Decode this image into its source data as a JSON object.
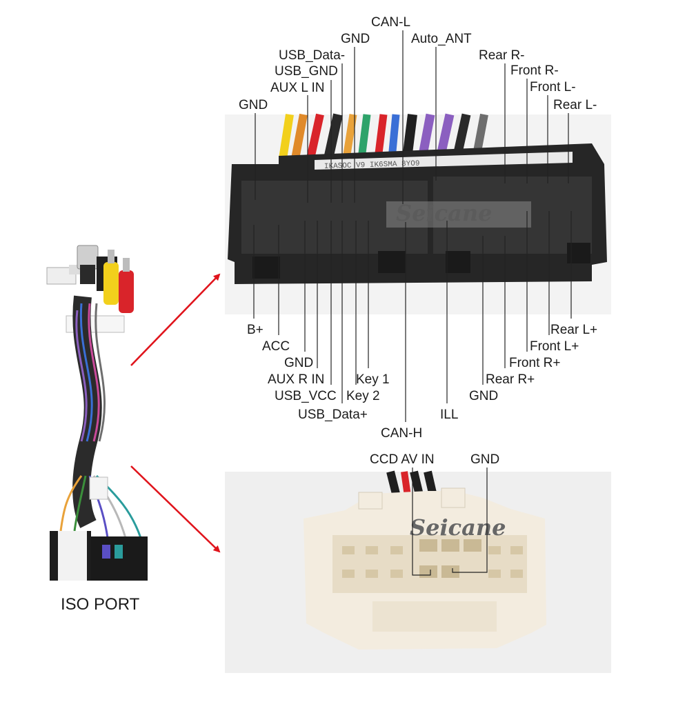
{
  "harness_caption": "ISO PORT",
  "watermark": "Seicane",
  "main_connector": {
    "label_text": "IKASOC V9 IK6SMA 8YO9",
    "top_labels": [
      "CAN-L",
      "GND",
      "Auto_ANT",
      "USB_Data-",
      "Rear R-",
      "USB_GND",
      "Front R-",
      "AUX L IN",
      "Front L-",
      "GND",
      "Rear L-"
    ],
    "bottom_labels": [
      "B+",
      "Rear L+",
      "ACC",
      "Front L+",
      "GND",
      "Front R+",
      "AUX R IN",
      "Key 1",
      "Rear R+",
      "USB_VCC",
      "Key 2",
      "GND",
      "USB_Data+",
      "ILL",
      "CAN-H"
    ]
  },
  "small_connector": {
    "top_labels": [
      "CCD AV IN",
      "GND"
    ]
  },
  "colors": {
    "arrow": "#e0141c",
    "label_text": "#1b1b1b",
    "connector_body": "#262626",
    "small_connector_body": "#f1ece0"
  }
}
